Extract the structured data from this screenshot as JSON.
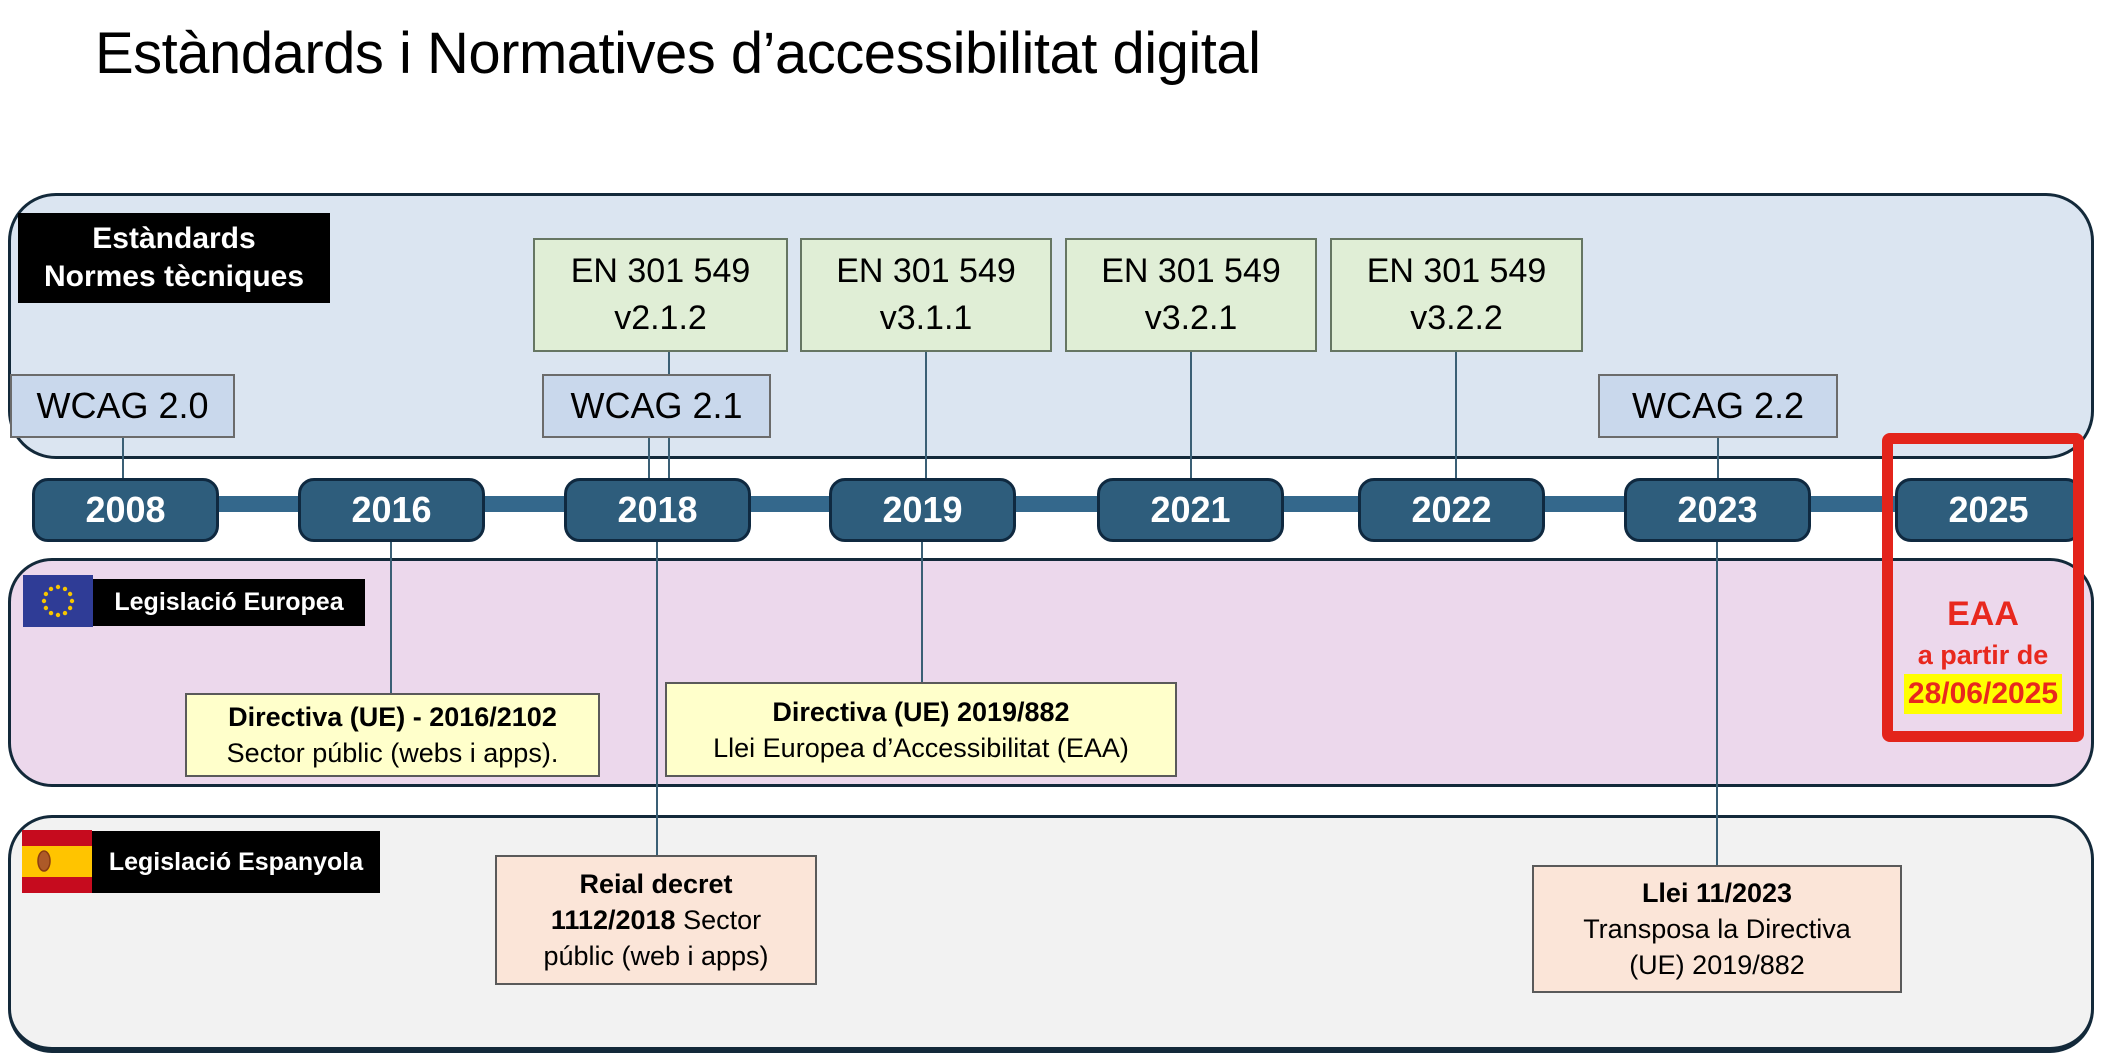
{
  "title": "Estàndards i Normatives d’accessibilitat digital",
  "colors": {
    "standards_panel": "#dbe5f1",
    "eu_panel": "#ecd8ec",
    "es_panel": "#f2f2f2",
    "en_box": "#e0eed6",
    "wcag_box": "#c9d8ec",
    "year_pill": "#2e5d7c",
    "yellow_box": "#ffffcb",
    "peach_box": "#fbe5d8",
    "red_accent": "#e3241b",
    "date_highlight": "#ffff00"
  },
  "standards_section": {
    "label_line1": "Estàndards",
    "label_line2": "Normes tècniques",
    "en_boxes": [
      {
        "line1": "EN 301 549",
        "line2": "v2.1.2"
      },
      {
        "line1": "EN 301 549",
        "line2": "v3.1.1"
      },
      {
        "line1": "EN 301 549",
        "line2": "v3.2.1"
      },
      {
        "line1": "EN 301 549",
        "line2": "v3.2.2"
      }
    ],
    "wcag_boxes": [
      "WCAG 2.0",
      "WCAG 2.1",
      "WCAG 2.2"
    ]
  },
  "timeline": {
    "years": [
      "2008",
      "2016",
      "2018",
      "2019",
      "2021",
      "2022",
      "2023",
      "2025"
    ]
  },
  "eu_section": {
    "label": "Legislació Europea",
    "flag": "eu-flag",
    "boxes": [
      {
        "title": "Directiva (UE) - 2016/2102",
        "body": "Sector públic  (webs i apps)."
      },
      {
        "title": "Directiva (UE) 2019/882",
        "body": "Llei Europea d’Accessibilitat (EAA)"
      }
    ],
    "eaa": {
      "line1": "EAA",
      "line2": "a partir de",
      "line3": "28/06/2025"
    }
  },
  "es_section": {
    "label": "Legislació Espanyola",
    "flag": "spain-flag",
    "decree_box": {
      "bold_line1": "Reial decret",
      "bold_part2": "1112/2018",
      "rest_part2": "Sector",
      "line3": "públic (web i apps)"
    },
    "law_box": {
      "title": "Llei 11/2023",
      "line2": "Transposa la Directiva",
      "line3": "(UE) 2019/882"
    }
  }
}
